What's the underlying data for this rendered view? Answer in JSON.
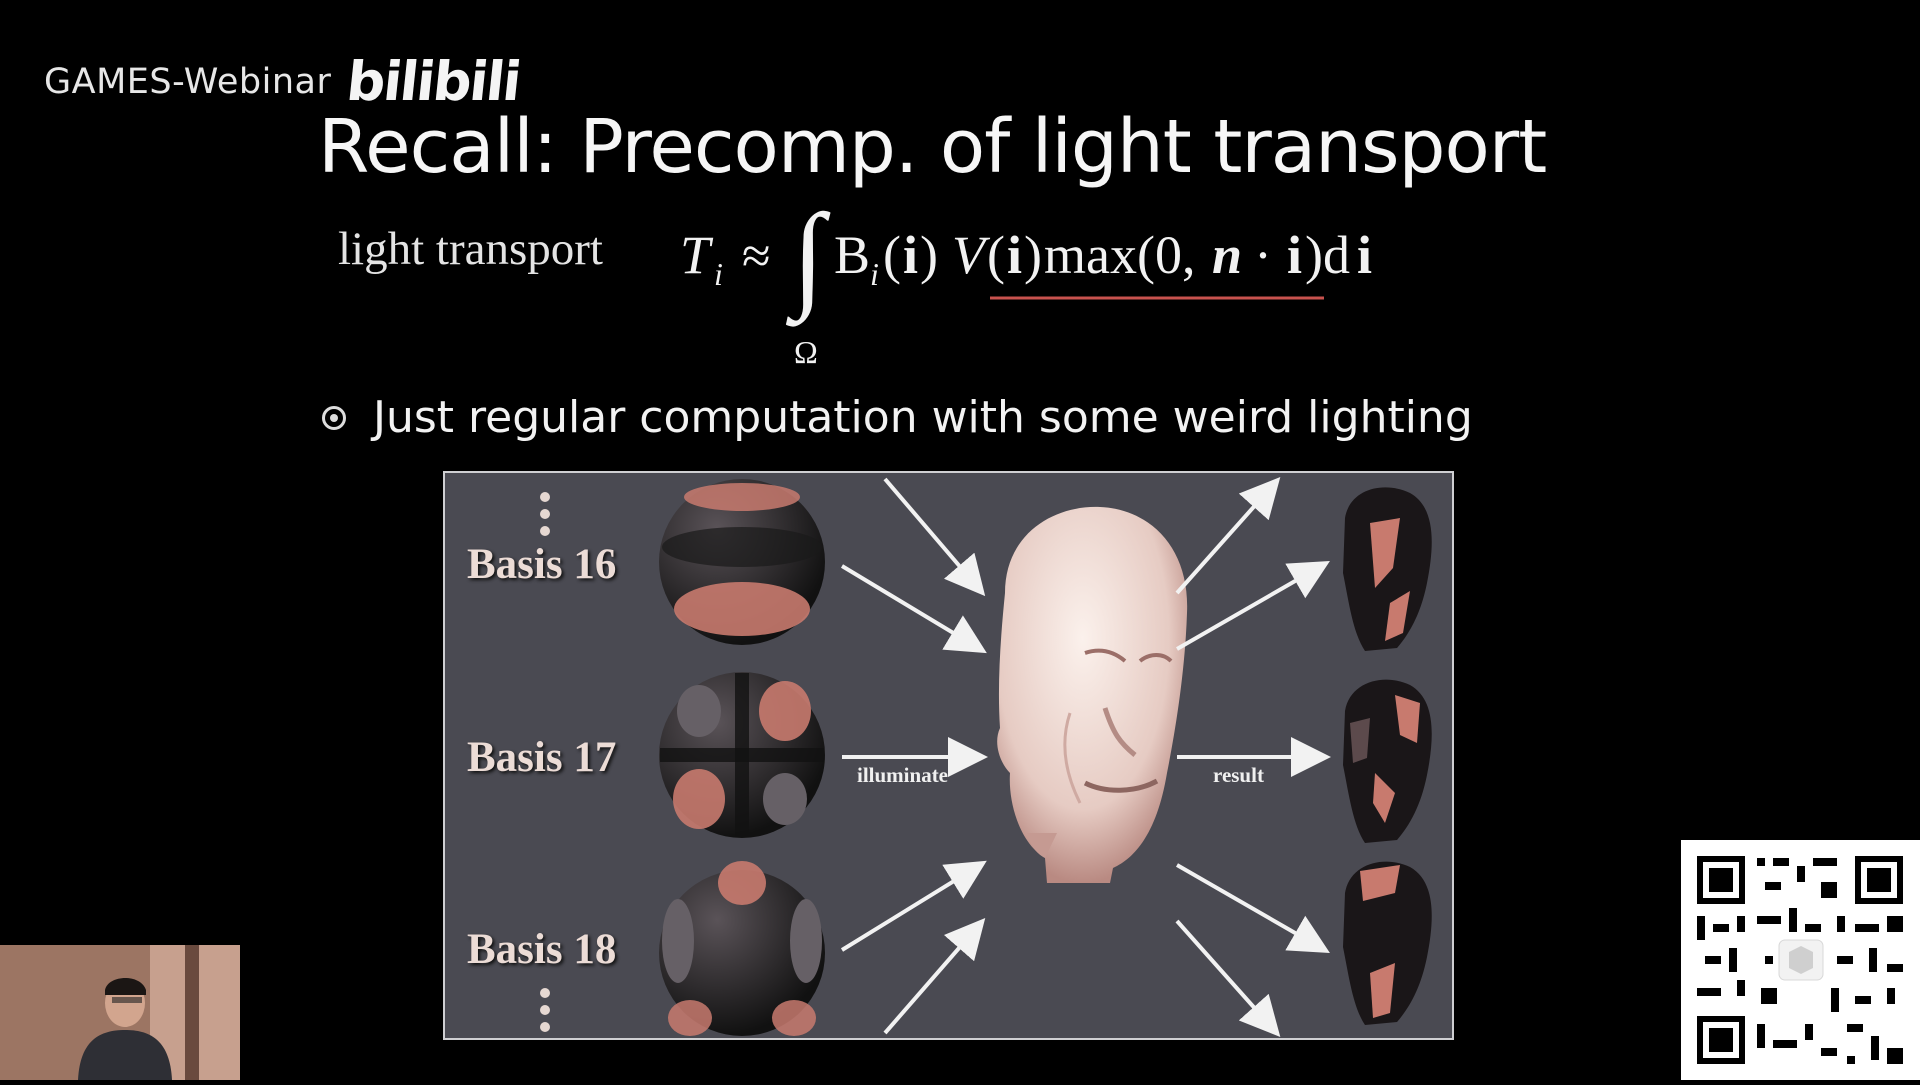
{
  "header": {
    "channel": "GAMES-Webinar",
    "platform_logo": "bilibili"
  },
  "slide": {
    "title": "Recall: Precomp. of light transport",
    "formula_label": "light transport",
    "bullet": "Just regular computation with some weird lighting",
    "figure": {
      "basis_labels": [
        "Basis 16",
        "Basis 17",
        "Basis 18"
      ],
      "illuminate_label": "illuminate",
      "result_label": "result"
    }
  },
  "colors": {
    "background": "#000000",
    "figure_background": "#4a4a52",
    "accent_pink": "#c87a6e",
    "underline": "#c8524e"
  },
  "icons": [
    "bullet-circle-icon",
    "bilibili-logo",
    "qr-code"
  ]
}
